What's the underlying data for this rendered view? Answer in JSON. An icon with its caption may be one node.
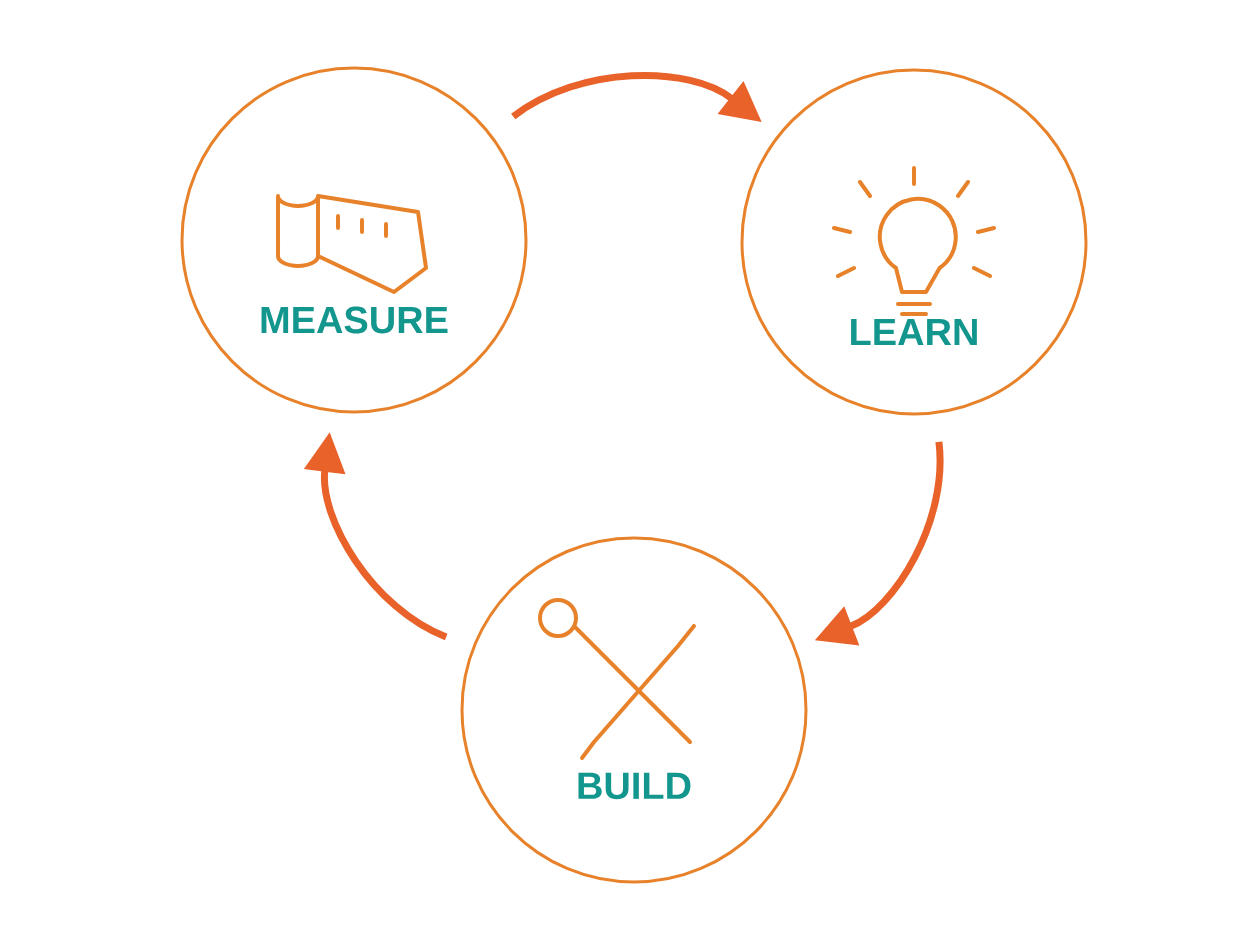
{
  "diagram": {
    "nodes": [
      {
        "text": [
          "MEASURE"
        ]
      },
      {
        "text": [
          "LEARN"
        ]
      },
      {
        "text": [
          "BUILD"
        ]
      }
    ],
    "edges": [
      {
        "from": 0,
        "to": 1,
        "arrow": "to"
      },
      {
        "from": 1,
        "to": 2,
        "arrow": "to"
      },
      {
        "from": 2,
        "to": 0,
        "arrow": "to"
      }
    ]
  }
}
